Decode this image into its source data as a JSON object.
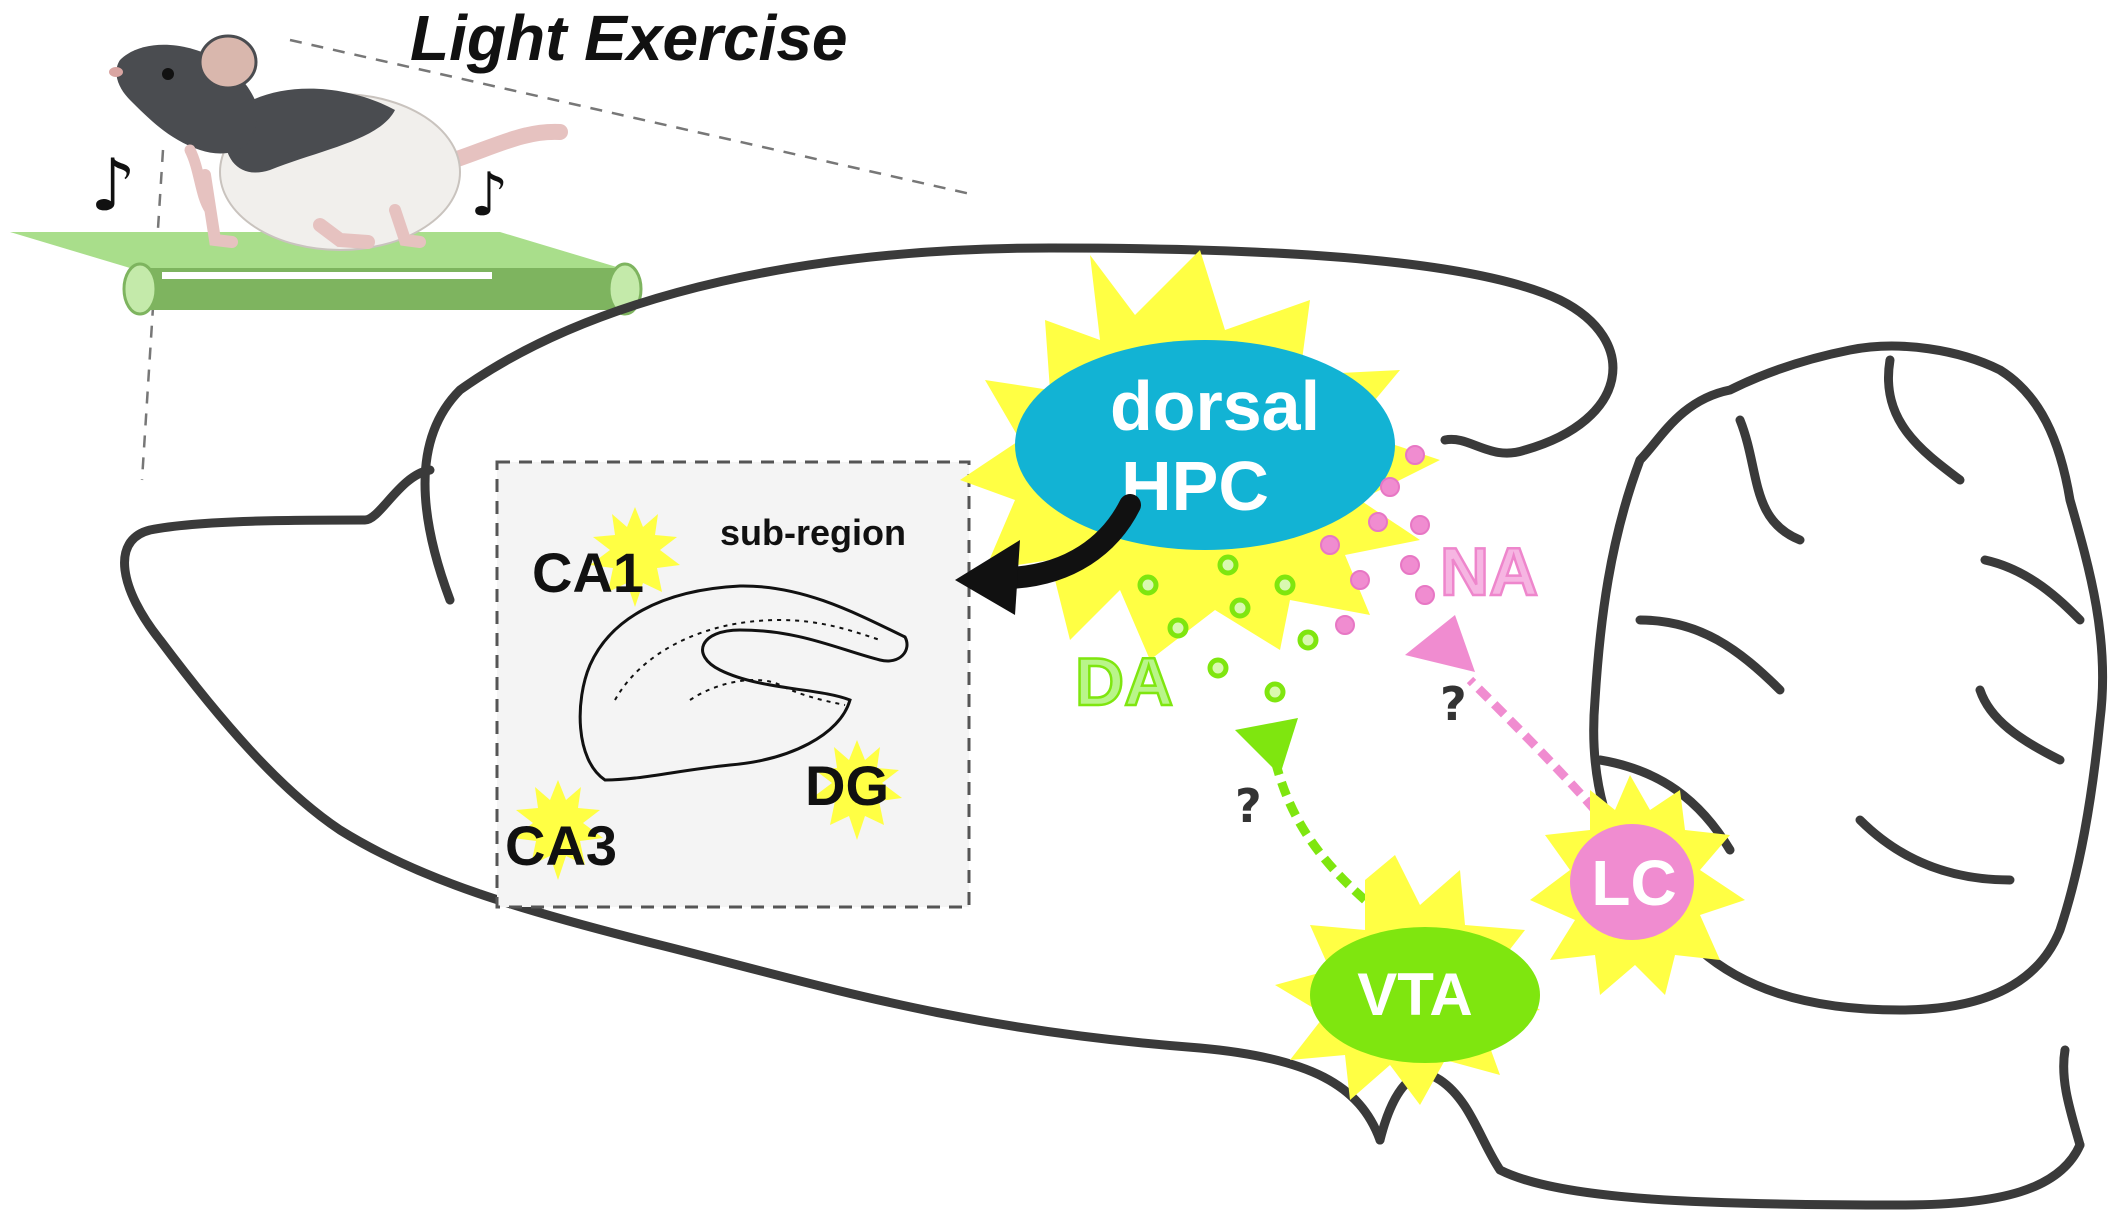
{
  "title": "Light Exercise",
  "nodes": {
    "dorsal_hpc_line1": "dorsal",
    "dorsal_hpc_line2": "HPC",
    "vta": "VTA",
    "lc": "LC"
  },
  "neurotransmitters": {
    "da": "DA",
    "na": "NA"
  },
  "subregion_box": {
    "label": "sub-region",
    "regions": {
      "ca1": "CA1",
      "ca3": "CA3",
      "dg": "DG"
    }
  },
  "unknown_markers": {
    "vta_to_hpc": "?",
    "lc_to_hpc": "?"
  },
  "music_notes": [
    "♪",
    "♪"
  ],
  "colors": {
    "outline": "#3a3a3a",
    "burst_yellow": "#ffff44",
    "hpc_blue": "#12b3d4",
    "da_green": "#7fe60f",
    "na_pink": "#f08cd0",
    "treadmill_green": "#8fd06a",
    "box_gray": "#f4f4f4"
  }
}
